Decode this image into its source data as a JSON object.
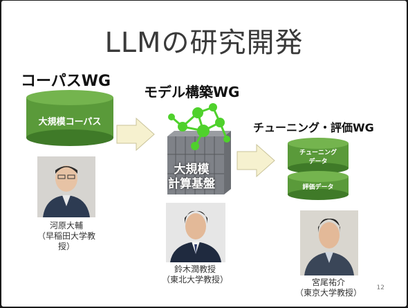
{
  "slide": {
    "title": "LLMの研究開発",
    "page_number": "12"
  },
  "corpus": {
    "heading": "コーパスWG",
    "cylinder_label": "大規模コーパス",
    "person_name": "河原大輔",
    "person_affiliation": "（早稲田大学教授）"
  },
  "model": {
    "heading": "モデル構築WG",
    "compute_line1": "大規模",
    "compute_line2": "計算基盤",
    "person_name": "鈴木潤教授",
    "person_affiliation": "（東北大学教授）"
  },
  "tuning": {
    "heading": "チューニング・評価WG",
    "cylinder_top_line1": "チューニング",
    "cylinder_top_line2": "データ",
    "cylinder_bottom_label": "評価データ",
    "person_name": "宮尾祐介",
    "person_affiliation": "（東京大学教授）"
  },
  "colors": {
    "cylinder_green": "#5a9a3a",
    "cylinder_green_dark": "#3f7a28",
    "arrow_fill": "#f6f1cf",
    "arrow_stroke": "#c9c39a",
    "node_green": "#4fd12c"
  }
}
